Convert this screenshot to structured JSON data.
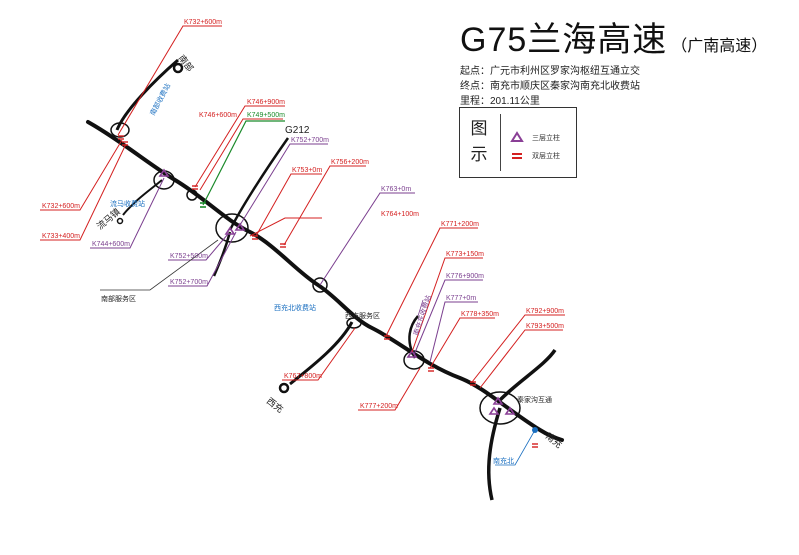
{
  "header": {
    "title": "G75兰海高速",
    "subtitle": "（广南高速）",
    "start": "起点：广元市利州区罗家沟枢纽互通立交",
    "end": "终点：南充市顺庆区秦家沟南充北收费站",
    "mileage": "里程：201.11公里"
  },
  "legend": {
    "title": "图示",
    "three_level": "三层立柱",
    "two_level": "双层立柱"
  },
  "colors": {
    "road": "#111111",
    "red_label": "#d42020",
    "purple_label": "#7b3f8f",
    "green_label": "#1a8a2a",
    "blue_label": "#1a6fc0",
    "black_label": "#222222",
    "triangle_icon": "#8a3f96",
    "double_icon": "#d42020"
  },
  "labels": {
    "k732_600_top": "K732+600m",
    "k746_900": "K746+900m",
    "k746_600_a": "K746+600m",
    "k749_500": "K749+500m",
    "k752_700_a": "K752+700m",
    "k753_0": "K753+0m",
    "k756_200": "K756+200m",
    "k763_0": "K763+0m",
    "k764_100": "K764+100m",
    "k771_200": "K771+200m",
    "k773_150": "K773+150m",
    "k776_900": "K776+900m",
    "k777_0": "K777+0m",
    "k778_350": "K778+350m",
    "k792_900": "K792+900m",
    "k793_500": "K793+500m",
    "k732_600_left": "K732+600m",
    "k733_400": "K733+400m",
    "k744_600": "K744+600m",
    "k752_500": "K752+500m",
    "k752_700_b": "K752+700m",
    "k767_800": "K767+800m",
    "k777_200": "K777+200m",
    "g212": "G212",
    "nanbu": "南部",
    "nanbu_toll": "南部收费站",
    "liuma_toll": "流马收费站",
    "liumazhen": "流马镇",
    "nanbu_service": "南部服务区",
    "xichong_north_toll": "西充北收费站",
    "xichong_service": "西充服务区",
    "xichong": "西充",
    "nanchong_east_toll": "南充东收费站",
    "qinjiagou": "秦家沟互通",
    "nanchong": "南充",
    "nanchong_north": "南充北"
  }
}
